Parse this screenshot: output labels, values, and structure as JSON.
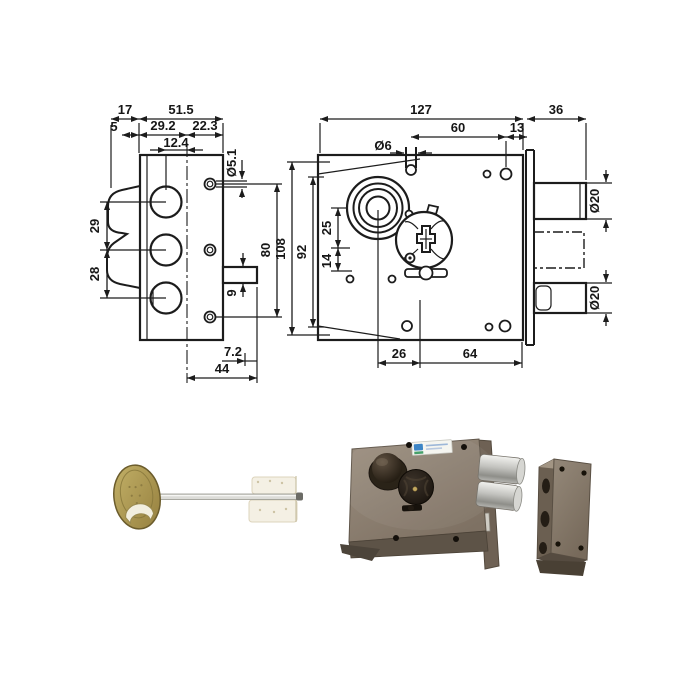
{
  "colors": {
    "background": "#ffffff",
    "drawing_line": "#1c1c1c",
    "lock_body_light": "#9c8f80",
    "lock_body_dark": "#7e7163",
    "lock_side_dark": "#5d5347",
    "knob_highlight": "#5f5142",
    "knob_dark": "#171108",
    "bolt_light": "#f2f2ef",
    "bolt_mid": "#c2c2be",
    "bolt_dark": "#8e8e89",
    "key_gold_light": "#c3b168",
    "key_gold_dark": "#957f3e",
    "strike_light": "#95897a",
    "strike_dark": "#776a5b",
    "label_white": "#f5f5f0",
    "label_blue": "#3d85c6",
    "label_green": "#46a06a"
  },
  "drawing": {
    "side_view": {
      "dim_width_left": "17",
      "dim_width_total": "51.5",
      "dim_cam_thickness": "5",
      "dim_left_to_center": "29.2",
      "dim_center_to_right": "22.3",
      "dim_hole_offset": "12.4",
      "dim_screw_hole_dia": "Ø5.1",
      "dim_knob_spacing_top": "29",
      "dim_knob_spacing_bottom": "28",
      "dim_screw_spacing": "80",
      "dim_bolt_thickness": "9",
      "dim_faceplate_offset": "7.2",
      "dim_depth_total": "44"
    },
    "front_view": {
      "dim_body_width": "127",
      "dim_bolt_throw": "36",
      "dim_pin_to_hole": "60",
      "dim_hole_to_edge": "13",
      "dim_pin_dia": "Ø6",
      "dim_body_height": "108",
      "dim_inner_height": "92",
      "dim_knob_to_cyl": "25",
      "dim_cyl_to_toggle": "14",
      "dim_knob_offset": "26",
      "dim_cyl_to_edge": "64",
      "dim_bolt_dia": "Ø20",
      "dim_latch_dia": "Ø20"
    }
  }
}
